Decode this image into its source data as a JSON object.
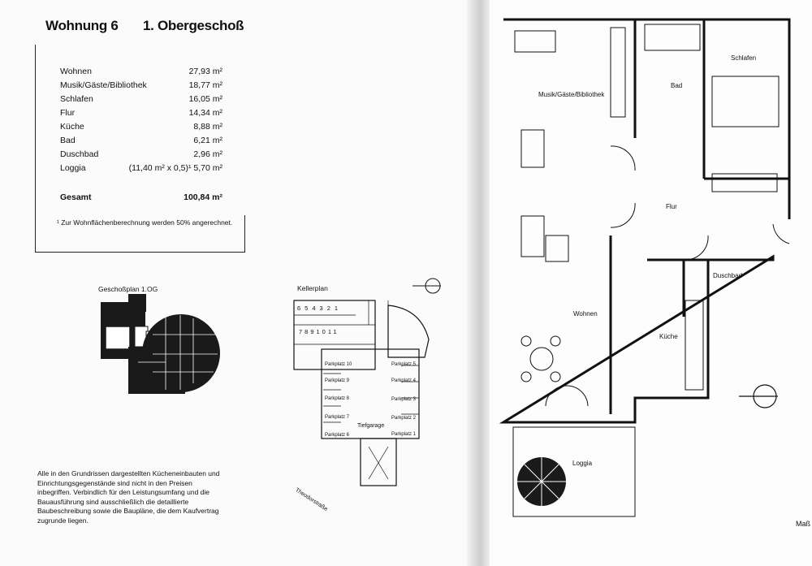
{
  "heading": {
    "unit": "Wohnung 6",
    "floor": "1. Obergeschoß"
  },
  "areas": [
    {
      "name": "Wohnen",
      "value": "27,93 m²"
    },
    {
      "name": "Musik/Gäste/Bibliothek",
      "value": "18,77 m²"
    },
    {
      "name": "Schlafen",
      "value": "16,05 m²"
    },
    {
      "name": "Flur",
      "value": "14,34 m²"
    },
    {
      "name": "Küche",
      "value": "8,88 m²"
    },
    {
      "name": "Bad",
      "value": "6,21 m²"
    },
    {
      "name": "Duschbad",
      "value": "2,96 m²"
    },
    {
      "name": "Loggia",
      "value": "(11,40 m² x 0,5)¹ 5,70 m²"
    }
  ],
  "total": {
    "name": "Gesamt",
    "value": "100,84 m²"
  },
  "footnote": "¹ Zur Wohnflächenberechnung werden 50% angerechnet.",
  "floorplan_small_label": "Geschoßplan 1.OG",
  "basement": {
    "title": "Kellerplan",
    "storage_top": [
      "6",
      "5",
      "4",
      "3",
      "2",
      "1"
    ],
    "storage_bottom": [
      "7",
      "8",
      "9",
      "10",
      "11"
    ],
    "parking_left": [
      "Parkplatz 10",
      "Parkplatz 9",
      "Parkplatz 8",
      "Parkplatz 7",
      "Parkplatz 6"
    ],
    "parking_right": [
      "Parkplatz 5",
      "Parkplatz 4",
      "Parkplatz 3",
      "Parkplatz 2",
      "Parkplatz 1"
    ],
    "garage_label": "Tiefgarage",
    "street_label": "Theodorstraße"
  },
  "disclaimer": "Alle in den Grundrissen dargestellten Kücheneinbauten und Einrichtungsgegenstände sind nicht in den Preisen inbegriffen. Verbindlich für den Leistungsumfang und die Bauausführung sind ausschließlich die detaillierte Baubeschreibung sowie die Baupläne, die dem Kaufvertrag zugrunde liegen.",
  "plan_rooms": {
    "music": "Musik/Gäste/Bibliothek",
    "bath": "Bad",
    "bedroom": "Schlafen",
    "hall": "Flur",
    "shower": "Duschbad",
    "living": "Wohnen",
    "kitchen": "Küche",
    "loggia": "Loggia"
  },
  "edge_text": "Maß",
  "colors": {
    "ink": "#111111",
    "fill_dark": "#1a1a1a",
    "paper": "#fdfdfd"
  }
}
